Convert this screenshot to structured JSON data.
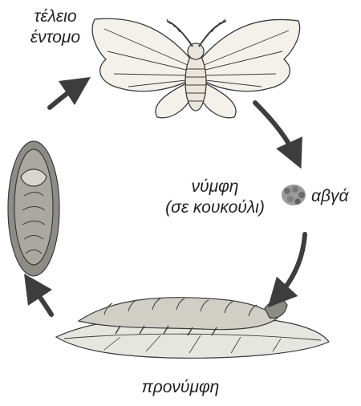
{
  "stages": {
    "adult": {
      "line1": "τέλειο",
      "line2": "έντομο"
    },
    "pupa": {
      "line1": "νύμφη",
      "line2": "(σε κουκούλι)"
    },
    "eggs": {
      "label": "αβγά"
    },
    "larva": {
      "label": "προνύμφη"
    }
  },
  "colors": {
    "ink": "#3a3a3a",
    "arrow": "#3d3d3d",
    "paper": "#ffffff"
  }
}
